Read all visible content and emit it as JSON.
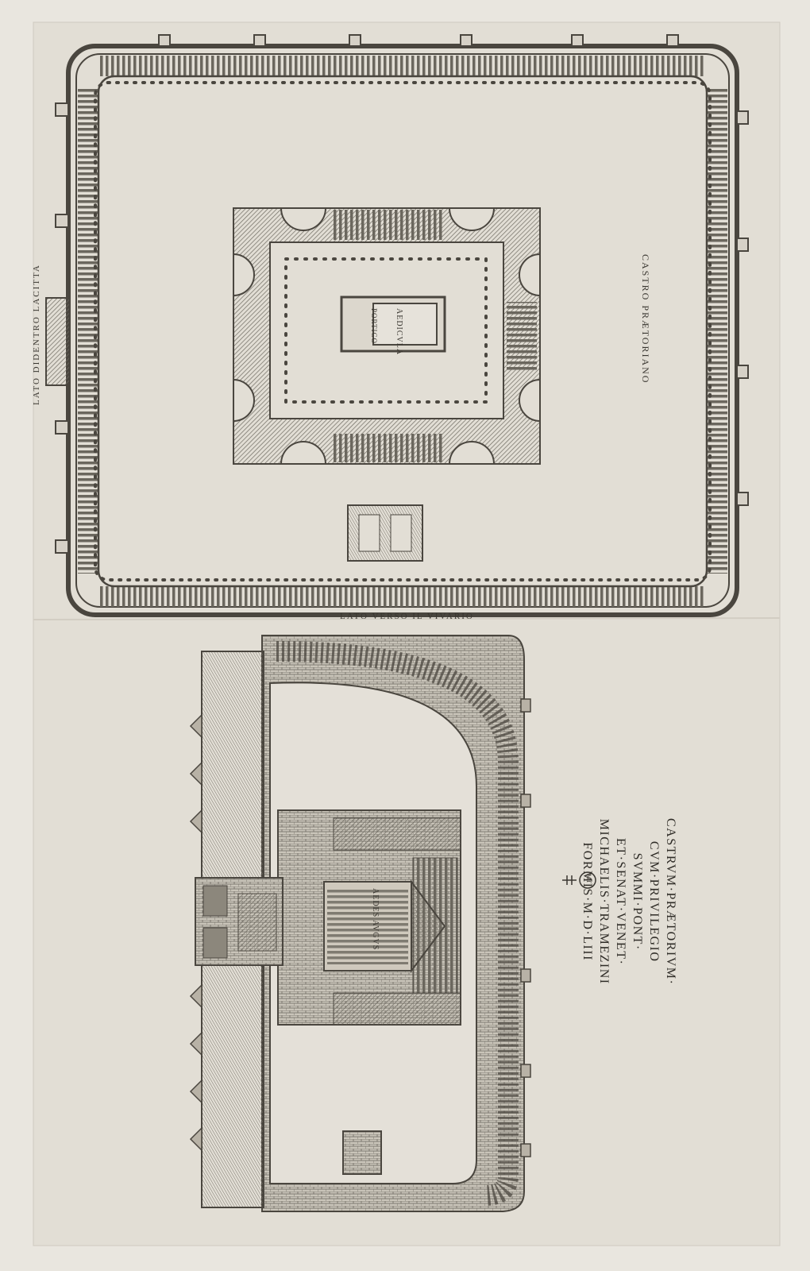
{
  "plan": {
    "title": "CASTRO PRÆTORIANO",
    "side_left": "LATO DIDENTRO LACITTA",
    "side_bottom": "LATO VERSO IL VIVARIO",
    "aedicula": "AEDICVLA",
    "portico": "PORTICO"
  },
  "elevation": {
    "inscription": "AEDES AVGVS"
  },
  "cartouche": {
    "lines": [
      "CASTRVM·PRÆTORIVM·",
      "CVM·PRIVILEGIO",
      "SVMMI·PONT·",
      "ET·SENAT·VENET·",
      "MICHAELIS·TRAMEZINI",
      "FORMIS·M·D·LIII"
    ],
    "monogram": "MT"
  },
  "colors": {
    "paper": "#e9e6df",
    "ink": "#3a3731"
  }
}
